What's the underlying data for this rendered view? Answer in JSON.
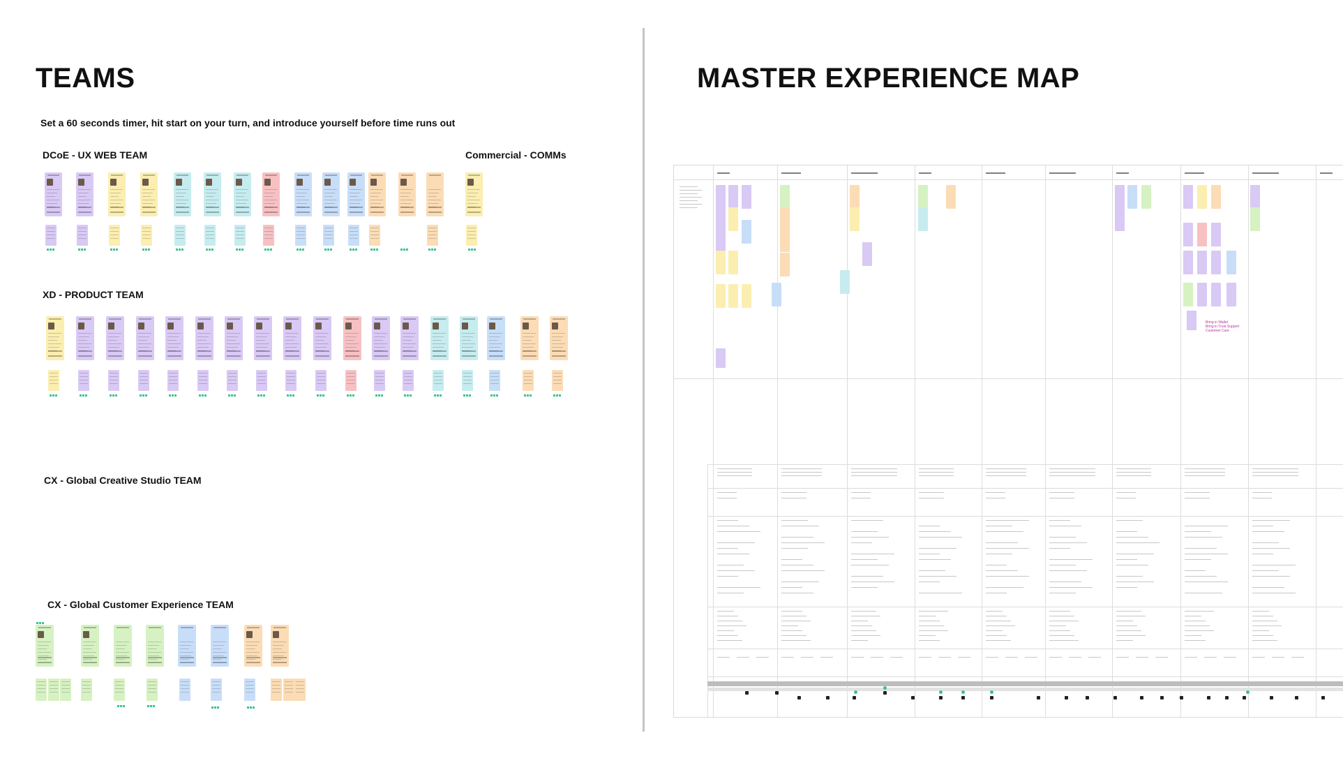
{
  "left_section": {
    "heading": "TEAMS",
    "instruction": "Set a 60 seconds timer, hit start on your turn, and introduce yourself before time runs out",
    "teams": [
      {
        "title": "DCoE - UX WEB TEAM"
      },
      {
        "title": "Commercial - COMMs"
      },
      {
        "title": "XD - PRODUCT TEAM"
      },
      {
        "title": "CX - Global Creative Studio TEAM"
      },
      {
        "title": "CX - Global Customer Experience TEAM"
      }
    ]
  },
  "right_section": {
    "heading": "MASTER EXPERIENCE MAP",
    "pink_note": [
      "Bring in Wallet",
      "Bring in Trust Support",
      "Customer Care"
    ]
  },
  "colors": {
    "purple": "#d9c9f5",
    "yellow": "#fbeeb0",
    "blue": "#c8def8",
    "orange": "#fbdcb5",
    "pink": "#f7c1c4",
    "green": "#d6f1c2",
    "teal": "#c6ecef",
    "divider": "#c4c4c4",
    "accent_pink": "#c0309a"
  }
}
